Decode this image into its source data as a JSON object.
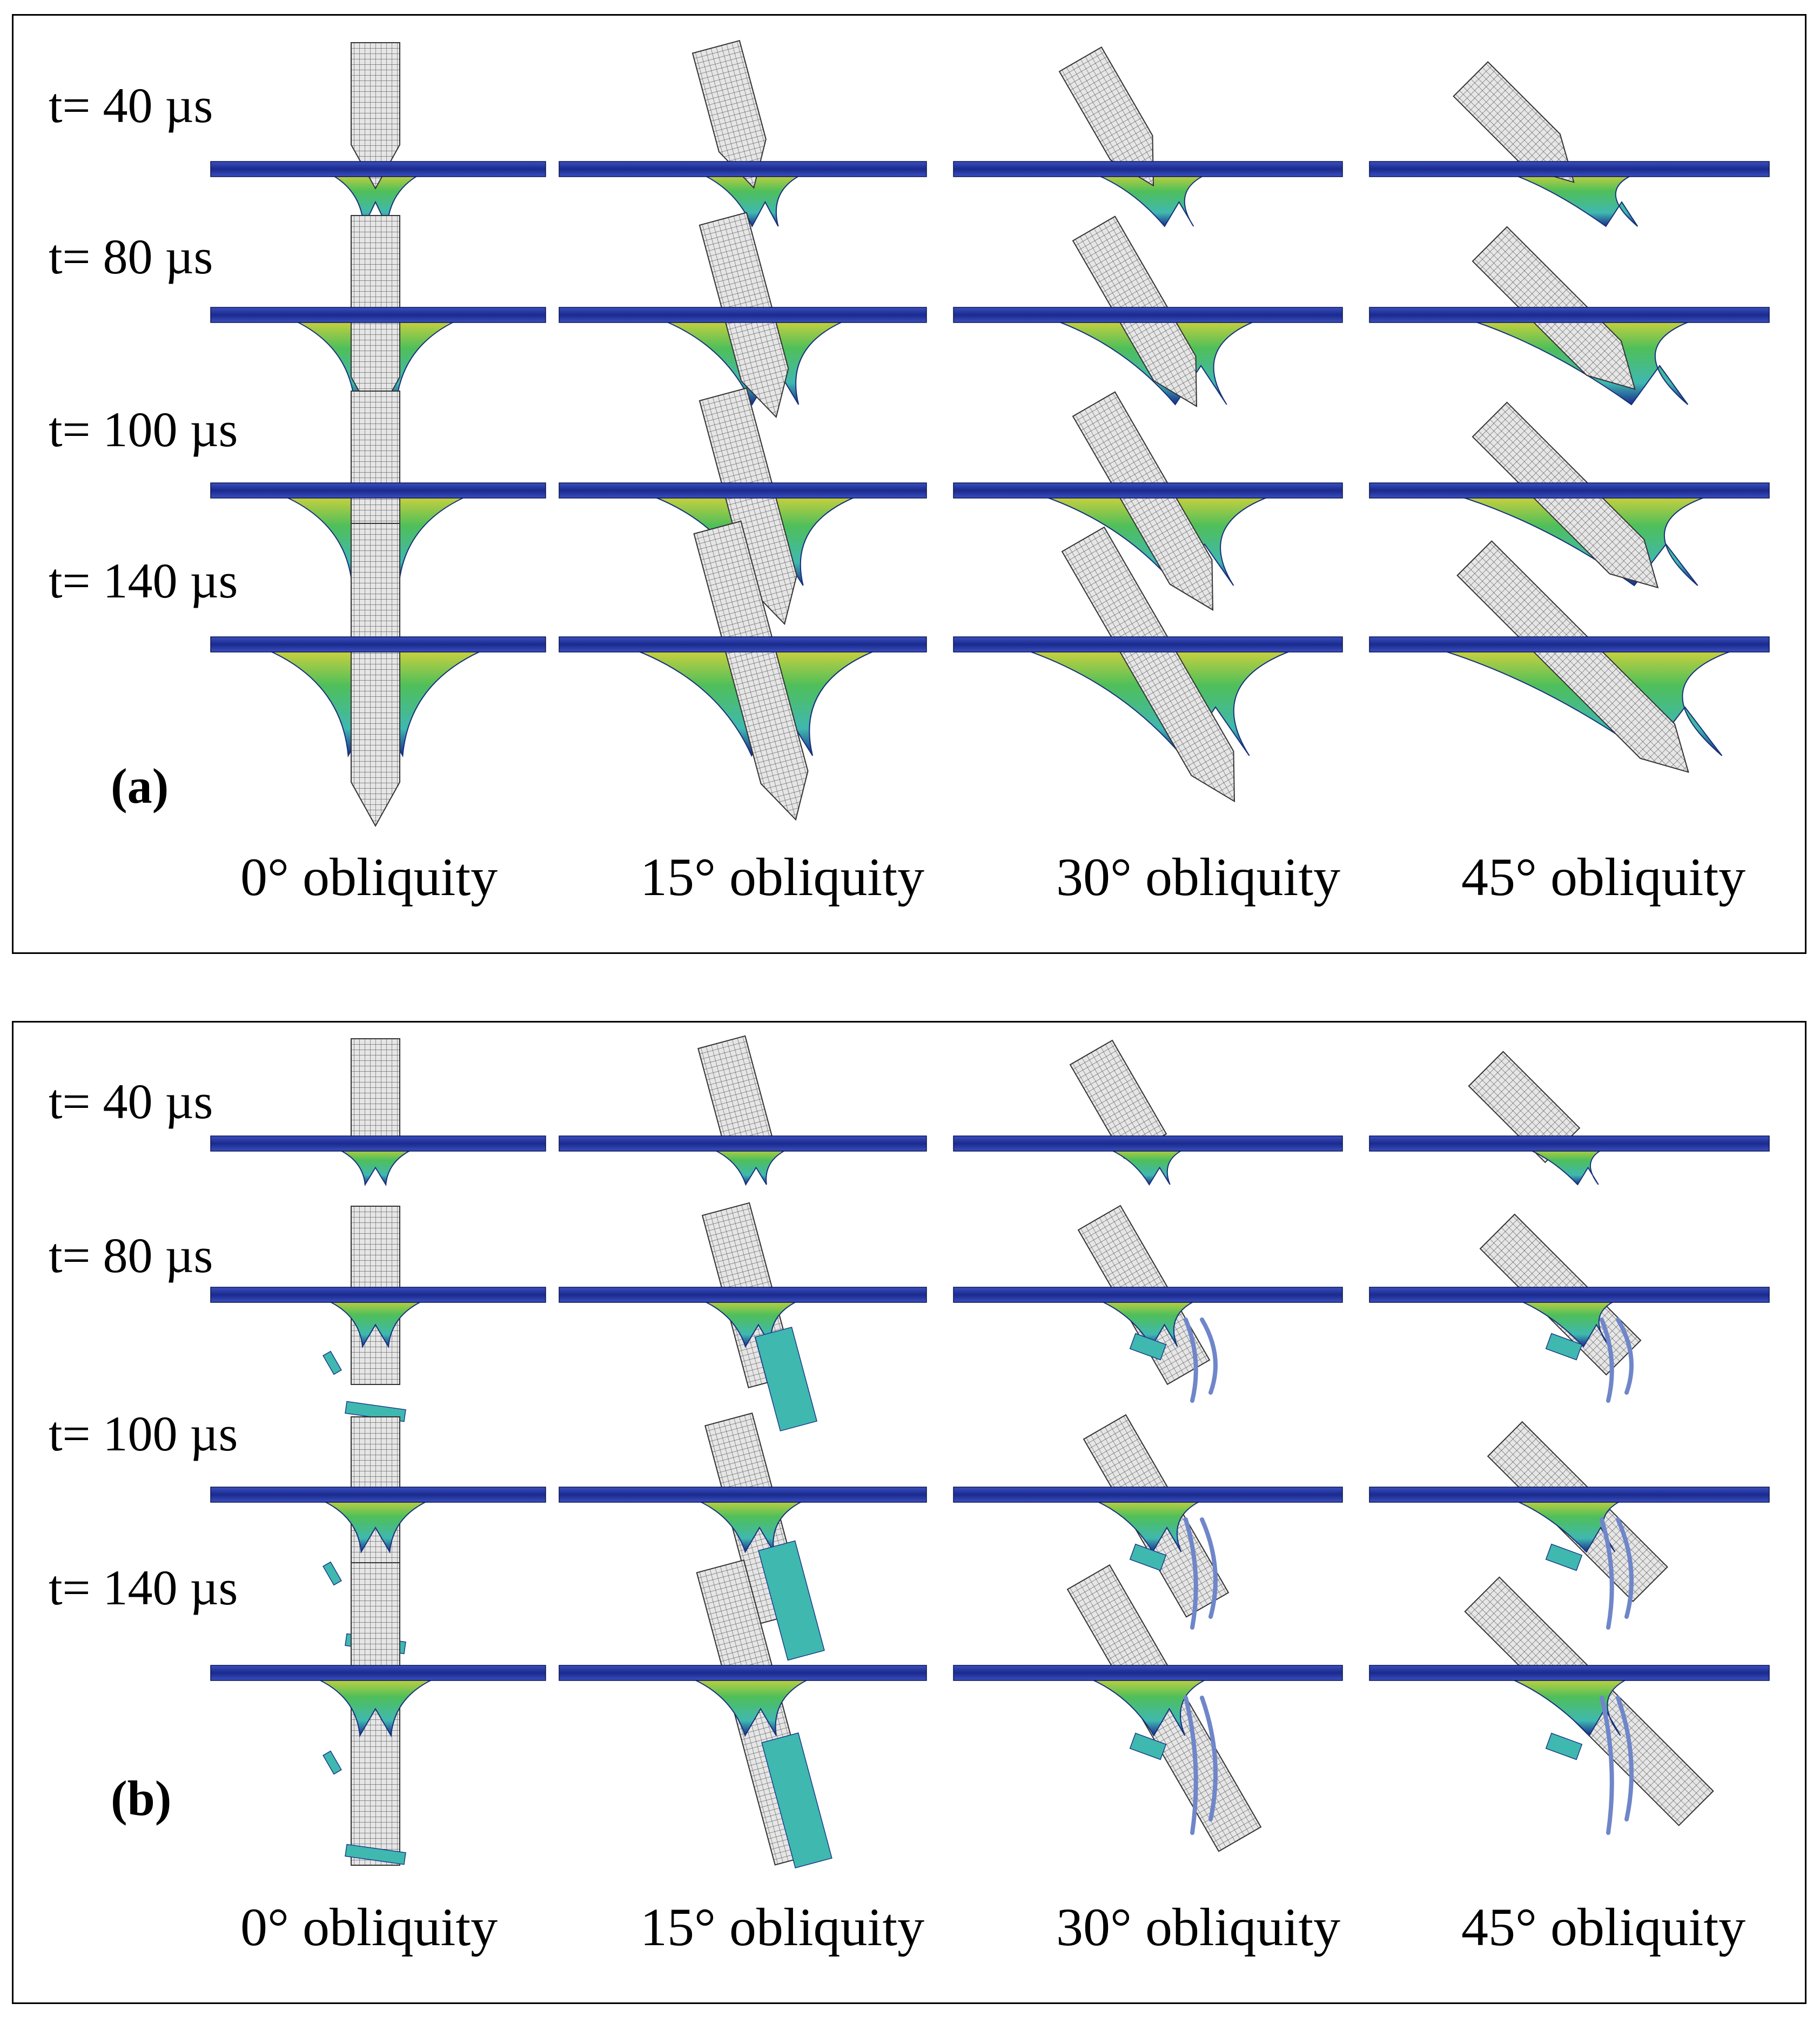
{
  "panels": [
    {
      "label": "(a)",
      "time_labels": [
        "t= 40 µs",
        "t= 80 µs",
        "t= 100 µs",
        "t= 140 µs"
      ],
      "column_labels": [
        "0° obliquity",
        "15° obliquity",
        "30° obliquity",
        "45° obliquity"
      ]
    },
    {
      "label": "(b)",
      "time_labels": [
        "t= 40 µs",
        "t= 80 µs",
        "t= 100 µs",
        "t= 140 µs"
      ],
      "column_labels": [
        "0° obliquity",
        "15° obliquity",
        "30° obliquity",
        "45° obliquity"
      ]
    }
  ],
  "colors": {
    "plate": "#1a2a8c",
    "plate_edge": "#3a4fc0",
    "deform_green": "#4fbf5a",
    "deform_cyan": "#3fb8b0",
    "deform_yellow": "#d6d23a",
    "projectile_fill": "#e6e6e6",
    "projectile_mesh": "#555555"
  },
  "icons": {
    "projectile": "mesh-projectile-icon",
    "plate": "target-plate-icon",
    "fragment": "plate-fragment-icon"
  },
  "obliquity_degrees": [
    0,
    15,
    30,
    45
  ],
  "time_us": [
    40,
    80,
    100,
    140
  ]
}
